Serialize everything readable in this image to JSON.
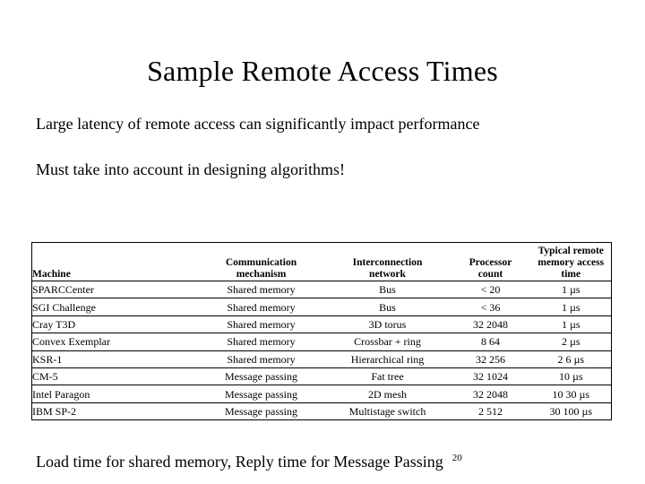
{
  "slide": {
    "title": "Sample Remote Access Times",
    "body": {
      "paragraph_1": "Large latency of remote access can significantly impact performance",
      "paragraph_2": "Must take into account in designing algorithms!"
    },
    "footer": {
      "caption": "Load time for shared memory, Reply time for Message Passing",
      "page_number": "20"
    },
    "background_color": "#ffffff",
    "text_color": "#000000"
  },
  "table": {
    "headers": {
      "machine": "Machine",
      "communication_line1": "Communication",
      "communication_line2": "mechanism",
      "interconnection_line1": "Interconnection",
      "interconnection_line2": "network",
      "processor_line1": "Processor",
      "processor_line2": "count",
      "remote_time_line1": "Typical remote",
      "remote_time_line2": "memory access time"
    },
    "rows": [
      {
        "machine": "SPARCCenter",
        "communication": "Shared memory",
        "network": "Bus",
        "processor_count": "< 20",
        "remote_time": "1 µs"
      },
      {
        "machine": "SGI Challenge",
        "communication": "Shared memory",
        "network": "Bus",
        "processor_count": "< 36",
        "remote_time": "1 µs"
      },
      {
        "machine": "Cray T3D",
        "communication": "Shared memory",
        "network": "3D torus",
        "processor_count": "32  2048",
        "remote_time": "1 µs"
      },
      {
        "machine": "Convex Exemplar",
        "communication": "Shared memory",
        "network": "Crossbar + ring",
        "processor_count": "8  64",
        "remote_time": "2 µs"
      },
      {
        "machine": "KSR-1",
        "communication": "Shared memory",
        "network": "Hierarchical ring",
        "processor_count": "32  256",
        "remote_time": "2  6 µs"
      },
      {
        "machine": "CM-5",
        "communication": "Message passing",
        "network": "Fat tree",
        "processor_count": "32  1024",
        "remote_time": "10 µs"
      },
      {
        "machine": "Intel Paragon",
        "communication": "Message passing",
        "network": "2D mesh",
        "processor_count": "32  2048",
        "remote_time": "10  30 µs"
      },
      {
        "machine": "IBM SP-2",
        "communication": "Message passing",
        "network": "Multistage switch",
        "processor_count": "2  512",
        "remote_time": "30  100 µs"
      }
    ]
  }
}
